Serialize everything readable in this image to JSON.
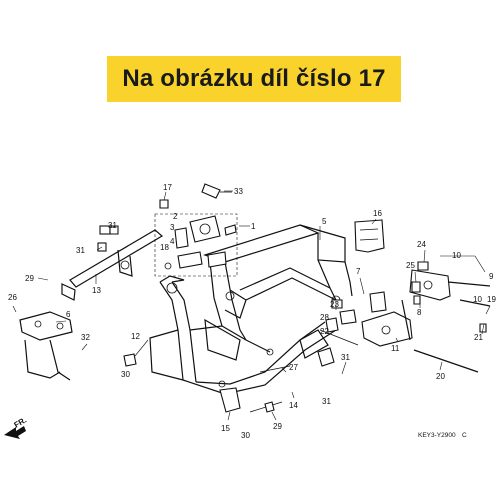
{
  "banner": {
    "text": "Na obrázku díl číslo 17"
  },
  "diagram": {
    "callouts": [
      "17",
      "33",
      "2",
      "1",
      "5",
      "16",
      "3",
      "31",
      "18",
      "4",
      "31",
      "29",
      "13",
      "26",
      "24",
      "10",
      "9",
      "25",
      "6",
      "32",
      "19",
      "8",
      "7",
      "23",
      "28",
      "22",
      "12",
      "21",
      "10",
      "30",
      "27",
      "11",
      "31",
      "14",
      "20",
      "15",
      "29",
      "30",
      "31"
    ],
    "front_marker": "FR.",
    "drawing_code": "KEY3-Y2900",
    "drawing_code_suffix": "C"
  },
  "colors": {
    "banner_bg": "#f9d32c",
    "ink": "#111111"
  }
}
